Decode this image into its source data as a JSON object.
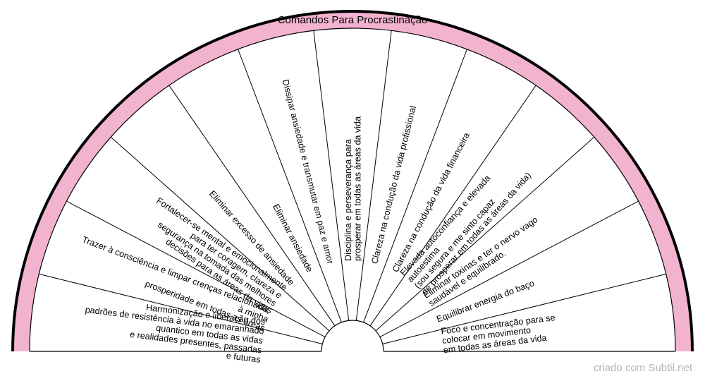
{
  "title": "Comandos Para Procrastinação",
  "segments": [
    {
      "lines": [
        "Harmonização e liberação dos",
        "padrões de resistência à vida no emaranhado",
        "quantico em todas as vidas",
        "e realidades presentes, passadas",
        "e futuras"
      ]
    },
    {
      "lines": [
        "Trazer à consciência e limpar crenças relacionadas",
        "à minha",
        "prosperidade em todas as áreas"
      ]
    },
    {
      "lines": [
        "Fortalecer-se mental e emocionalmente",
        "para ter coragem, clareza e",
        "segurança na tomada das melhores",
        "decisões para as áreas da vida."
      ]
    },
    {
      "lines": [
        "Eliminar excesso de ansiedade"
      ]
    },
    {
      "lines": [
        "Eliminar ansiedade"
      ]
    },
    {
      "lines": [
        "Dissipar ansiedade e transmutar em paz e amor"
      ]
    },
    {
      "lines": [
        "Disciplina e perseverança para",
        "prosperar em todas as áreas da vida"
      ]
    },
    {
      "lines": [
        "Clareza na condução da vida profissional"
      ]
    },
    {
      "lines": [
        "Clareza na condução da vida financeira"
      ]
    },
    {
      "lines": [
        "Elevada autoconfiança e elevada",
        "autoestima",
        "(sou segura e me sinto capaz",
        "de prosperar em todas as áreas da vida)"
      ]
    },
    {
      "lines": [
        "Eliminar toxinas e ter o nervo vago",
        "saudável e equilibrado."
      ]
    },
    {
      "lines": [
        "Equilibrar energia do baço"
      ]
    },
    {
      "lines": [
        "Foco e concentração para se",
        "colocar em movimento",
        "em todas as áreas da vida"
      ]
    }
  ],
  "colors": {
    "band": "#f2b3cf",
    "outline": "#000000",
    "background": "#ffffff",
    "credit": "#b4b4b4"
  },
  "credit": "criado com Subtil.net"
}
